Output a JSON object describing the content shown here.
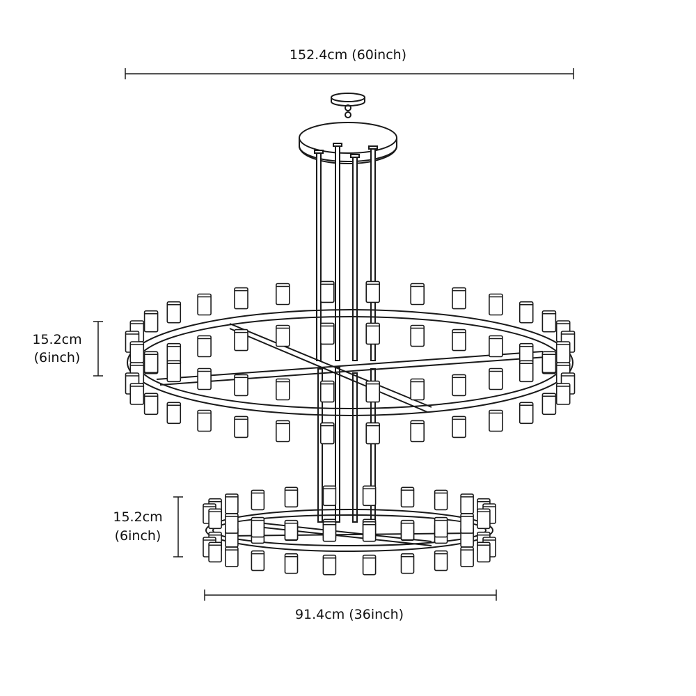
{
  "dimensions": {
    "top_width": "152.4cm (60inch)",
    "upper_tier_height_cm": "15.2cm",
    "upper_tier_height_in": "(6inch)",
    "lower_tier_height_cm": "15.2cm",
    "lower_tier_height_in": "(6inch)",
    "bottom_width": "91.4cm (36inch)"
  },
  "colors": {
    "line": "#1a1a1a",
    "background": "#ffffff"
  }
}
